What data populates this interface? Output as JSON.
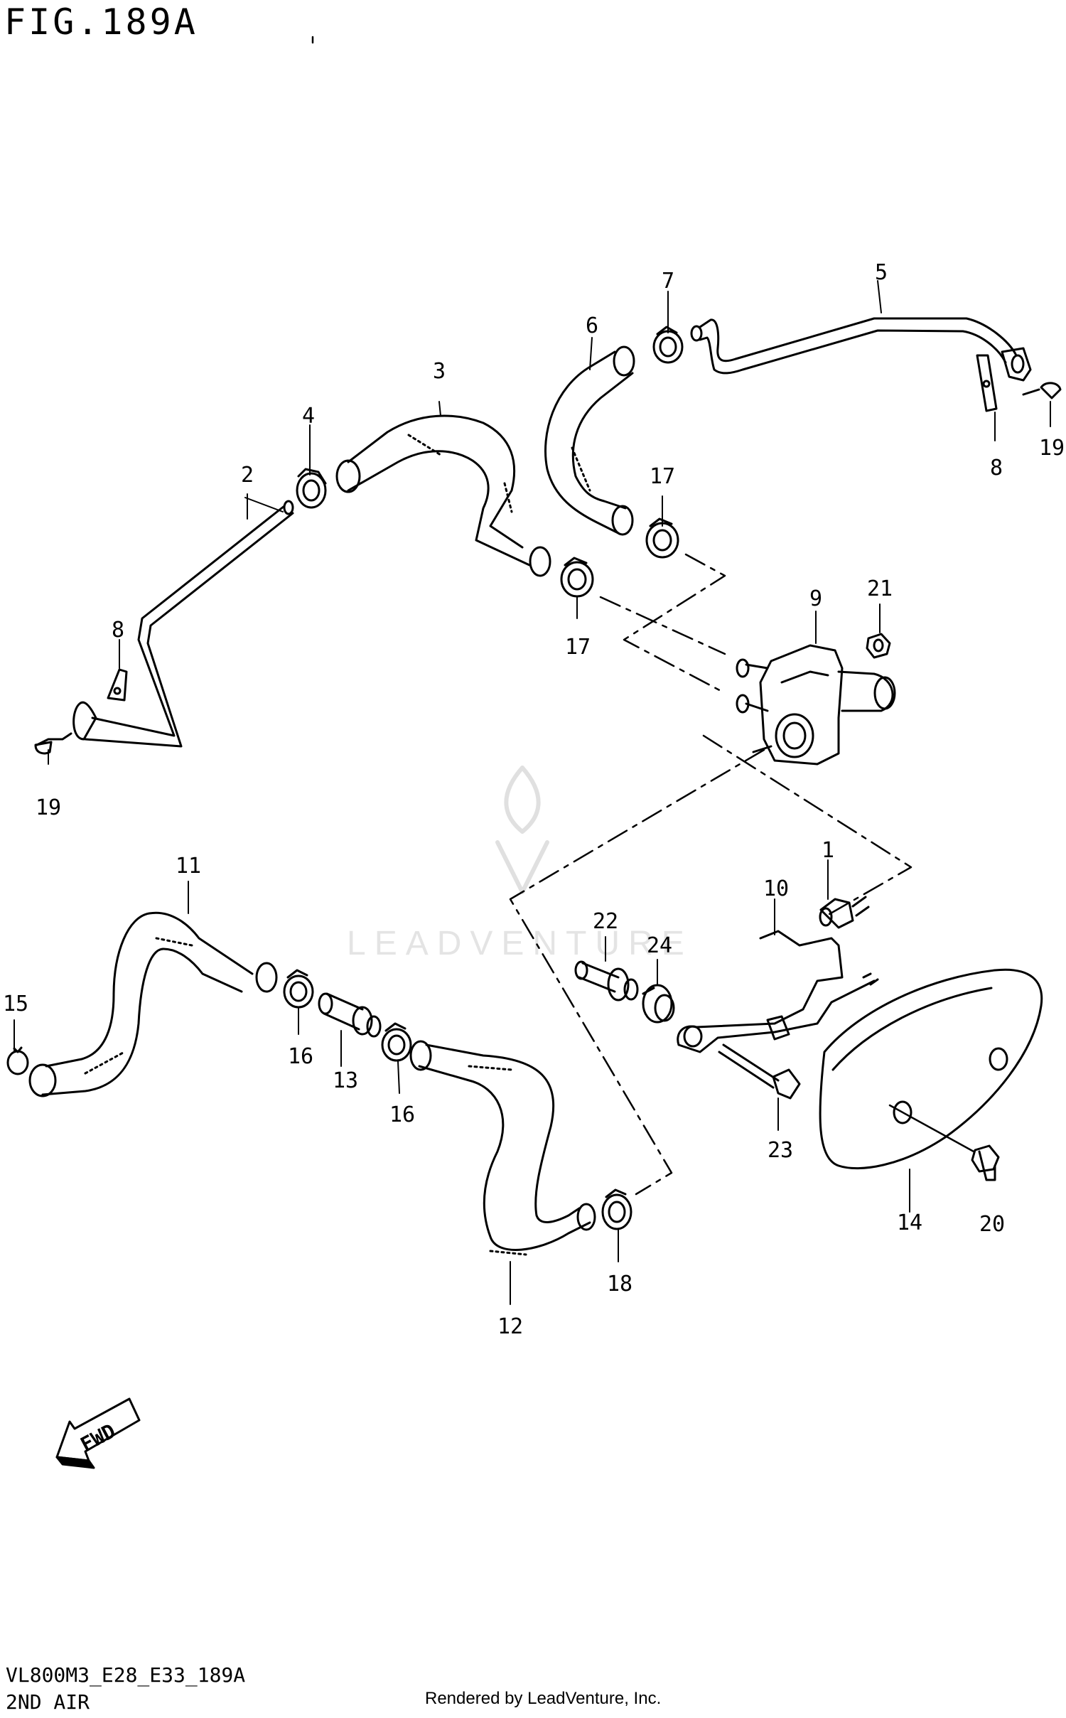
{
  "figure": {
    "title": "FIG.189A",
    "code": "VL800M3_E28_E33_189A",
    "caption": "2ND AIR",
    "rendered_by": "Rendered by LeadVenture, Inc.",
    "watermark": "LEADVENTURE",
    "fwd_label": "FWD"
  },
  "callouts": [
    "1",
    "2",
    "3",
    "4",
    "5",
    "6",
    "7",
    "8",
    "8",
    "9",
    "10",
    "11",
    "12",
    "13",
    "14",
    "15",
    "16",
    "16",
    "17",
    "17",
    "18",
    "19",
    "19",
    "20",
    "21",
    "22",
    "23",
    "24"
  ]
}
